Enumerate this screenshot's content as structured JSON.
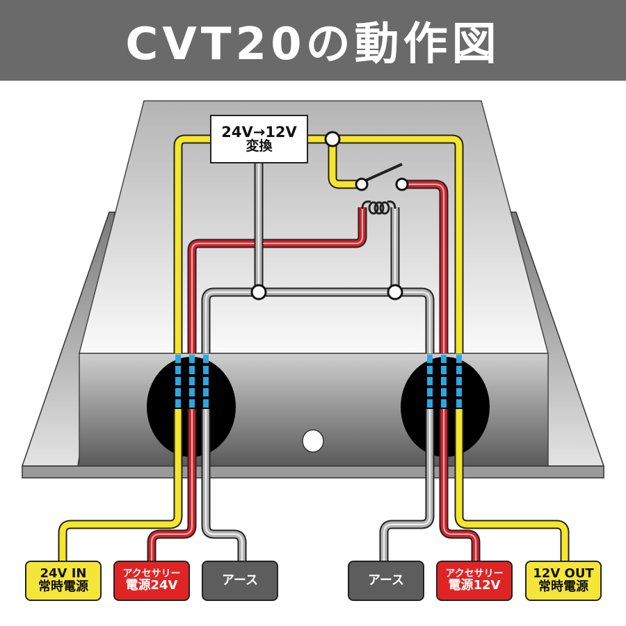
{
  "header": {
    "title": "CVT20の動作図",
    "background": "#6a6a6a"
  },
  "converter": {
    "line1": "24V→12V",
    "line2": "変換"
  },
  "colors": {
    "yellow_wire": "#f5e62c",
    "red_wire": "#d8232a",
    "gray_wire": "#b5b5b5",
    "dashed_blue": "#29a8e0",
    "grommet": "#000000",
    "label_yellow": "#f4e638",
    "label_red": "#e02424",
    "label_gray": "#5d5d5d"
  },
  "labels": [
    {
      "id": "24v-in",
      "line1": "24V IN",
      "line2": "常時電源",
      "color": "yellow"
    },
    {
      "id": "acc-24v",
      "line1": "アクセサリー",
      "line2": "電源24V",
      "color": "red"
    },
    {
      "id": "ground-left",
      "line1": "アース",
      "line2": "",
      "color": "gray"
    },
    {
      "id": "ground-right",
      "line1": "アース",
      "line2": "",
      "color": "gray"
    },
    {
      "id": "acc-12v",
      "line1": "アクセサリー",
      "line2": "電源12V",
      "color": "red"
    },
    {
      "id": "12v-out",
      "line1": "12V OUT",
      "line2": "常時電源",
      "color": "yellow"
    }
  ]
}
